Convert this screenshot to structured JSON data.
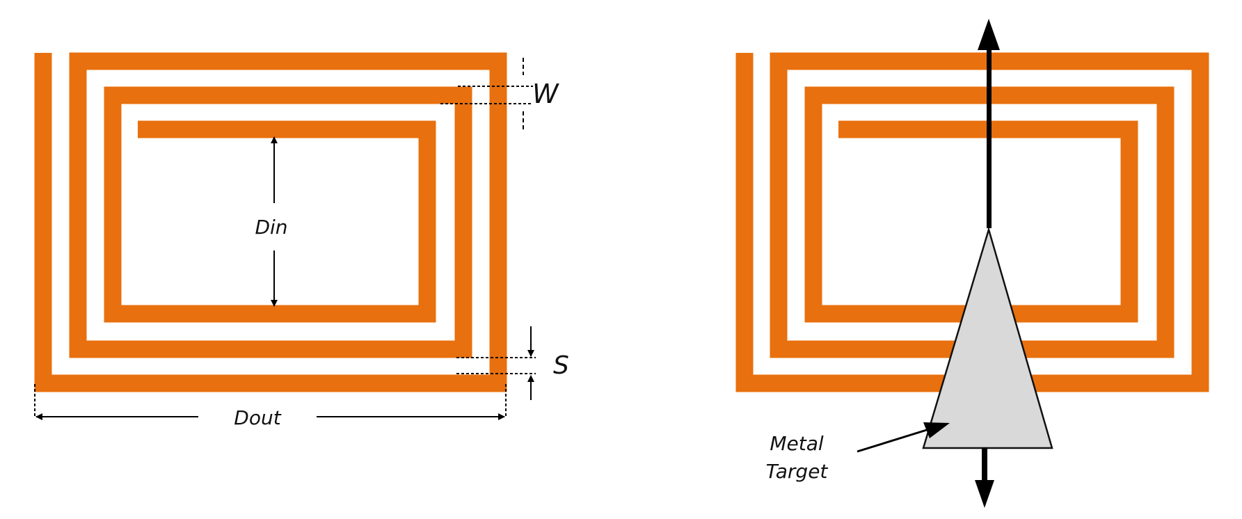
{
  "colors": {
    "coil": "#E8700E",
    "target_fill": "#D9D9D9",
    "target_stroke": "#111111",
    "arrow": "#000000"
  },
  "left_diagram": {
    "labels": {
      "width": "W",
      "spacing": "S",
      "inner_diameter": "Din",
      "outer_diameter": "Dout"
    }
  },
  "right_diagram": {
    "target_label_line1": "Metal",
    "target_label_line2": "Target"
  }
}
